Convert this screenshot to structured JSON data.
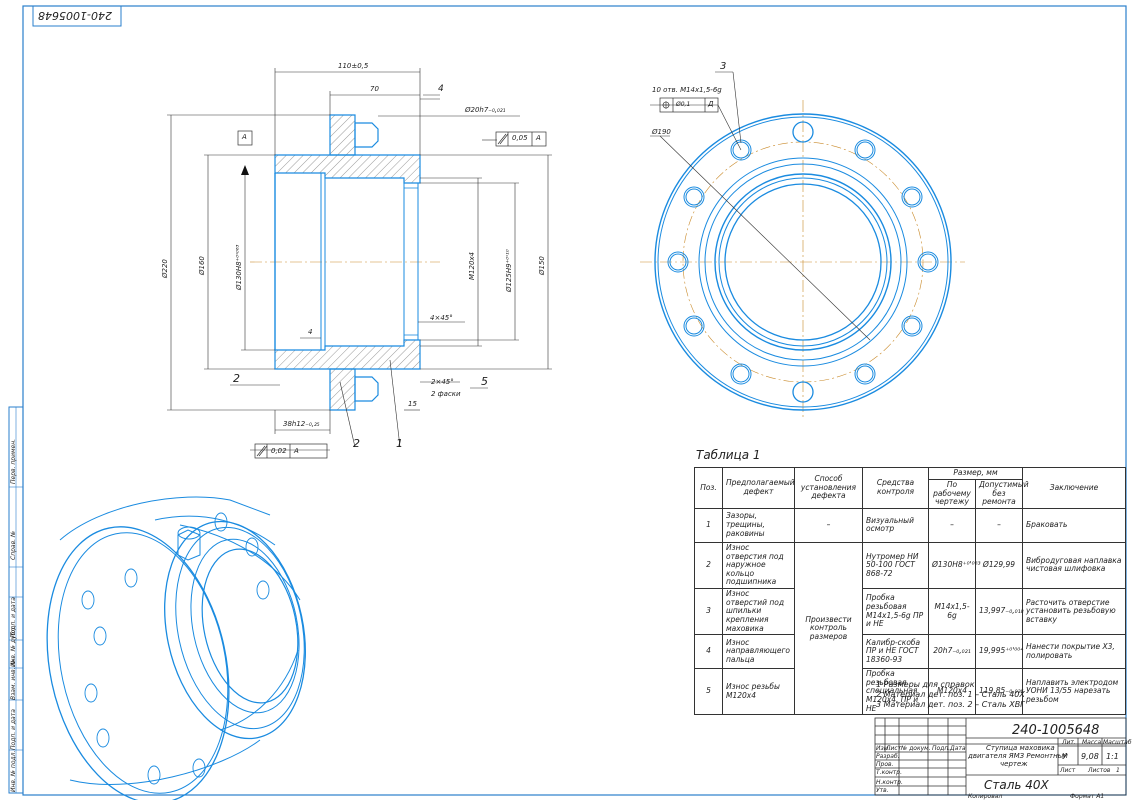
{
  "drawing": {
    "doc_number": "240-1005648",
    "doc_number_mirror": "240-1005648",
    "title_lines": [
      "Ступица маховика",
      "двигателя ЯМЗ Ремонтный",
      "чертеж"
    ],
    "material": "Сталь 40Х",
    "mass": "9,08",
    "scale": "1:1",
    "lit": "У",
    "sheet_label": "Лист",
    "sheets_label": "Листов",
    "sheets_count": "1",
    "lit_header": "Лит.",
    "mass_header": "Масса",
    "scale_header": "Масштаб",
    "rows_left": [
      "Изм.",
      "Лист",
      "№ докум.",
      "Подп.",
      "Дата"
    ],
    "roles": [
      "Разраб.",
      "Пров.",
      "Т.контр.",
      "",
      "Н.контр.",
      "Утв."
    ],
    "copied": "Копировал",
    "format": "Формат   А1"
  },
  "side_stamps": [
    "Перв. примен.",
    "Справ. №",
    "Подп. и дата",
    "Инв. № дубл.",
    "Взам. инв. №",
    "Подп. и дата",
    "Инв. № подл."
  ],
  "section_view": {
    "dims": {
      "overall_len": "110±0,5",
      "len70": "70",
      "len15": "15",
      "len38": "38h12₋₀,₂₅",
      "len4": "4",
      "d220": "Ø220",
      "d160": "Ø160",
      "d130": "Ø130H8⁺⁰'⁰⁶³",
      "m120": "M120x4",
      "d125": "Ø125H9⁺⁰'¹⁰",
      "d150": "Ø150",
      "d20": "Ø20h7₋₀,₀₂₁",
      "chamfer1": "4×45°",
      "chamfer2": "2×45°",
      "chamfer2_note": "2 фаски",
      "runout_top": "0,05",
      "runout_bottom": "0,02",
      "datum": "A"
    },
    "callouts": [
      "4",
      "2",
      "5",
      "2",
      "1"
    ]
  },
  "front_view": {
    "thread_note": "10 отв. M14x1,5-6g",
    "position_tol": "Ø0,1",
    "position_ref": "Д",
    "dia_pcd": "Ø190",
    "callout": "3"
  },
  "table": {
    "caption": "Таблица 1",
    "headers": {
      "pos": "Поз.",
      "defect": "Предполагаемый дефект",
      "method": "Способ установления дефекта",
      "tools": "Средства контроля",
      "size_group": "Размер, мм",
      "size_nominal": "По рабочему чертежу",
      "size_allowed": "Допустимый без ремонта",
      "conclusion": "Заключение"
    },
    "rows": [
      {
        "pos": "1",
        "defect": "Зазоры, трещины, раковины",
        "method": "–",
        "tools": "Визуальный осмотр",
        "nominal": "–",
        "allowed": "–",
        "conclusion": "Браковать"
      },
      {
        "pos": "2",
        "defect": "Износ отверстия под наружное кольцо подшипника",
        "tools": "Нутромер НИ 50-100 ГОСТ 868-72",
        "nominal": "Ø130H8⁺⁰'⁰⁶³",
        "allowed": "Ø129,99",
        "conclusion": "Вибродуговая наплавка чистовая шлифовка"
      },
      {
        "pos": "3",
        "defect": "Износ отверстий под шпильки крепления маховика",
        "tools": "Пробка резьбовая M14x1,5-6g ПР и НЕ",
        "nominal": "M14x1,5-6g",
        "allowed": "13,997₋₀,₀₁₈",
        "conclusion": "Расточить отверстие установить резьбовую вставку"
      },
      {
        "pos": "4",
        "defect": "Износ направляющего пальца",
        "tools": "Калибр-скоба ПР и НЕ ГОСТ 18360-93",
        "nominal": "20h7₋₀,₀₂₁",
        "allowed": "19,995⁺⁰'⁰⁰⁴",
        "conclusion": "Нанести покрытие Х3, полировать"
      },
      {
        "pos": "5",
        "defect": "Износ резьбы M120x4",
        "tools": "Пробка резьбовая специальная M120x4, ПР и НЕ",
        "nominal": "M120x4",
        "allowed": "119,85₋₀,₀₂₅",
        "conclusion": "Наплавить электродом УОНИ 13/55 нарезать резьбом"
      }
    ],
    "merged_method": "Произвести контроль размеров"
  },
  "notes": [
    "1 Размеры для справок",
    "2 Материал дет. поз. 1 – Сталь 40Х",
    "3 Материал дет. поз. 2 – Сталь ХВГ"
  ],
  "colors": {
    "line": "#1a8be0",
    "hatch": "#4a4a4a",
    "axis": "#c98a2a",
    "text": "#222222"
  }
}
